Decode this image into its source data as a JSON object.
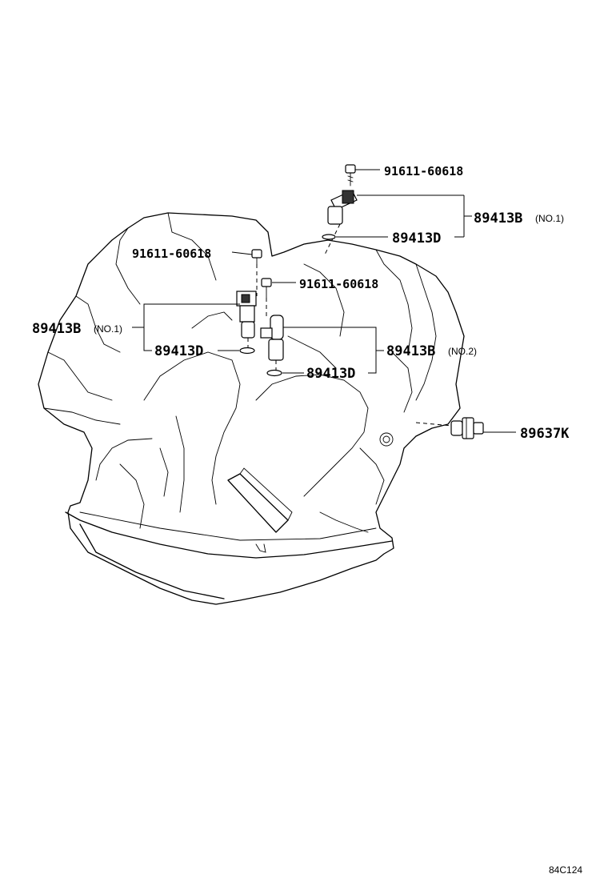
{
  "labels": {
    "bolt_top": "91611-60618",
    "bolt_left": "91611-60618",
    "bolt_mid": "91611-60618",
    "sensor_top": "89413B",
    "sensor_top_note": "(NO.1)",
    "oring_top": "89413D",
    "sensor_left": "89413B",
    "sensor_left_note": "(NO.1)",
    "oring_left": "89413D",
    "sensor_right": "89413B",
    "sensor_right_note": "(NO.2)",
    "oring_right": "89413D",
    "switch": "89637K"
  },
  "diagram_code": "84C124"
}
